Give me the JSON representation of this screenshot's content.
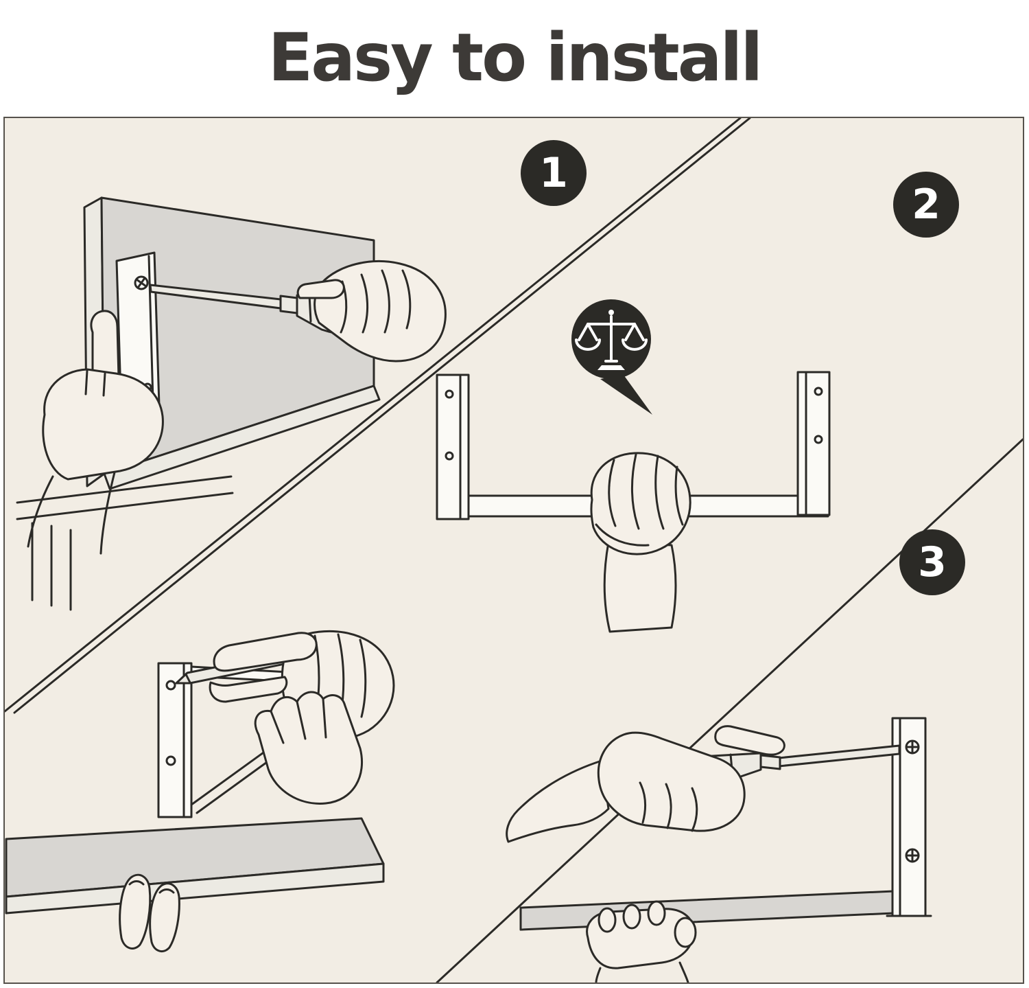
{
  "title": "Easy to install",
  "steps": [
    {
      "number": "1"
    },
    {
      "number": "2"
    },
    {
      "number": "3"
    }
  ],
  "icons": {
    "level_check": "balance-scale-speech-bubble-icon",
    "screw": "phillips-screw-icon"
  },
  "colors": {
    "page_background": "#ffffff",
    "panel_background": "#f2ede4",
    "ink": "#2b2a27",
    "badge_background": "#2b2a26",
    "badge_text": "#ffffff",
    "board_gray": "#d8d6d2",
    "title_text": "#3d3a37"
  }
}
